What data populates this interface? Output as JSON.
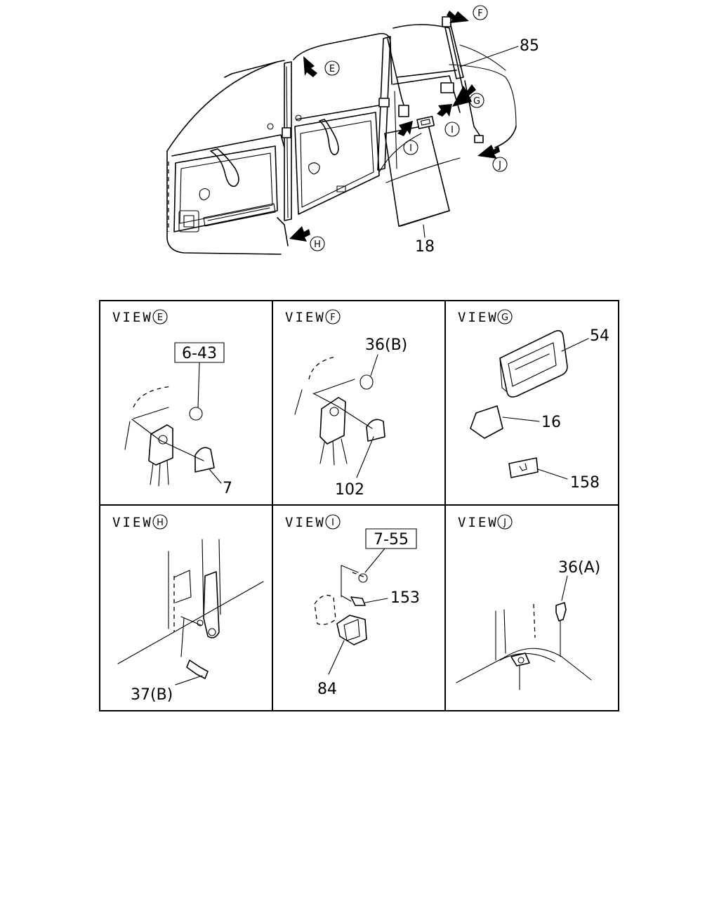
{
  "overview": {
    "part_labels": [
      "85",
      "18"
    ],
    "view_markers": [
      "E",
      "F",
      "G",
      "H",
      "I",
      "I",
      "J"
    ]
  },
  "panels": [
    {
      "view_word": "VIEW",
      "letter": "E",
      "callouts": [
        "6-43",
        "7"
      ]
    },
    {
      "view_word": "VIEW",
      "letter": "F",
      "callouts": [
        "36(B)",
        "102"
      ]
    },
    {
      "view_word": "VIEW",
      "letter": "G",
      "callouts": [
        "54",
        "16",
        "158"
      ]
    },
    {
      "view_word": "VIEW",
      "letter": "H",
      "callouts": [
        "37(B)"
      ]
    },
    {
      "view_word": "VIEW",
      "letter": "I",
      "callouts": [
        "7-55",
        "153",
        "84"
      ]
    },
    {
      "view_word": "VIEW",
      "letter": "J",
      "callouts": [
        "36(A)"
      ]
    }
  ]
}
